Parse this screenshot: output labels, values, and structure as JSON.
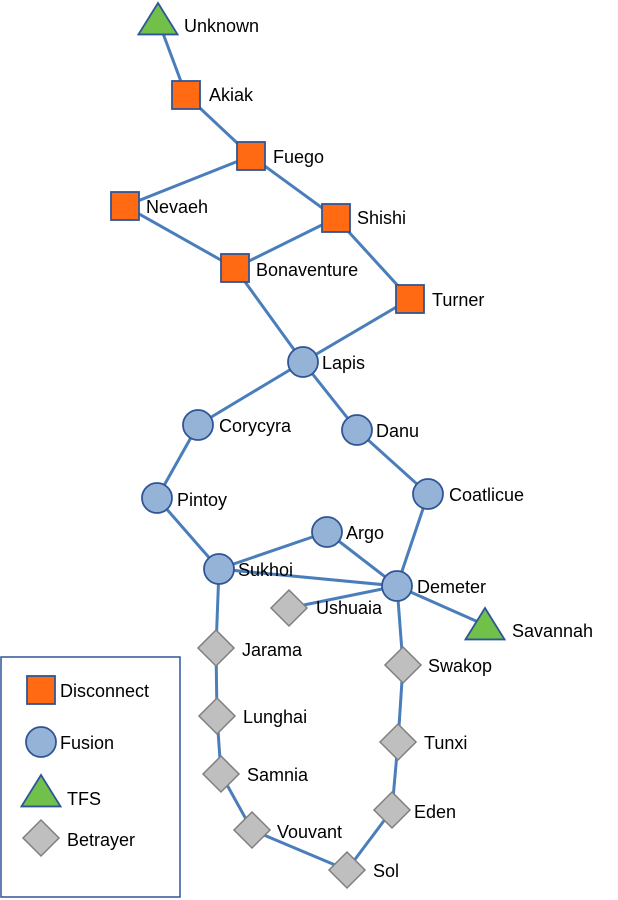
{
  "colors": {
    "edge": "#4a7ebb",
    "disconnect_fill": "#ff6a13",
    "disconnect_stroke": "#2f5597",
    "fusion_fill": "#95b3d7",
    "fusion_stroke": "#2f5597",
    "tfs_fill": "#70c04a",
    "tfs_stroke": "#2f5597",
    "betrayer_fill": "#bfbfbf",
    "betrayer_stroke": "#7f7f7f",
    "legend_border": "#2f5597"
  },
  "node_types": {
    "disconnect": {
      "shape": "square"
    },
    "fusion": {
      "shape": "circle"
    },
    "tfs": {
      "shape": "triangle"
    },
    "betrayer": {
      "shape": "diamond"
    }
  },
  "nodes": [
    {
      "id": "unknown",
      "label": "Unknown",
      "type": "tfs"
    },
    {
      "id": "akiak",
      "label": "Akiak",
      "type": "disconnect"
    },
    {
      "id": "fuego",
      "label": "Fuego",
      "type": "disconnect"
    },
    {
      "id": "nevaeh",
      "label": "Nevaeh",
      "type": "disconnect"
    },
    {
      "id": "shishi",
      "label": "Shishi",
      "type": "disconnect"
    },
    {
      "id": "bonaventure",
      "label": "Bonaventure",
      "type": "disconnect"
    },
    {
      "id": "turner",
      "label": "Turner",
      "type": "disconnect"
    },
    {
      "id": "lapis",
      "label": "Lapis",
      "type": "fusion"
    },
    {
      "id": "corycyra",
      "label": "Corycyra",
      "type": "fusion"
    },
    {
      "id": "danu",
      "label": "Danu",
      "type": "fusion"
    },
    {
      "id": "pintoy",
      "label": "Pintoy",
      "type": "fusion"
    },
    {
      "id": "coatlicue",
      "label": "Coatlicue",
      "type": "fusion"
    },
    {
      "id": "argo",
      "label": "Argo",
      "type": "fusion"
    },
    {
      "id": "sukhoi",
      "label": "Sukhoi",
      "type": "fusion"
    },
    {
      "id": "demeter",
      "label": "Demeter",
      "type": "fusion"
    },
    {
      "id": "ushuaia",
      "label": "Ushuaia",
      "type": "betrayer"
    },
    {
      "id": "savannah",
      "label": "Savannah",
      "type": "tfs"
    },
    {
      "id": "jarama",
      "label": "Jarama",
      "type": "betrayer"
    },
    {
      "id": "swakop",
      "label": "Swakop",
      "type": "betrayer"
    },
    {
      "id": "lunghai",
      "label": "Lunghai",
      "type": "betrayer"
    },
    {
      "id": "tunxi",
      "label": "Tunxi",
      "type": "betrayer"
    },
    {
      "id": "samnia",
      "label": "Samnia",
      "type": "betrayer"
    },
    {
      "id": "eden",
      "label": "Eden",
      "type": "betrayer"
    },
    {
      "id": "vouvant",
      "label": "Vouvant",
      "type": "betrayer"
    },
    {
      "id": "sol",
      "label": "Sol",
      "type": "betrayer"
    }
  ],
  "edges": [
    [
      "unknown",
      "akiak"
    ],
    [
      "akiak",
      "fuego"
    ],
    [
      "fuego",
      "nevaeh"
    ],
    [
      "fuego",
      "shishi"
    ],
    [
      "nevaeh",
      "bonaventure"
    ],
    [
      "shishi",
      "bonaventure"
    ],
    [
      "shishi",
      "turner"
    ],
    [
      "bonaventure",
      "lapis"
    ],
    [
      "turner",
      "lapis"
    ],
    [
      "lapis",
      "corycyra"
    ],
    [
      "lapis",
      "danu"
    ],
    [
      "corycyra",
      "pintoy"
    ],
    [
      "danu",
      "coatlicue"
    ],
    [
      "pintoy",
      "sukhoi"
    ],
    [
      "sukhoi",
      "argo"
    ],
    [
      "argo",
      "demeter"
    ],
    [
      "coatlicue",
      "demeter"
    ],
    [
      "sukhoi",
      "demeter"
    ],
    [
      "demeter",
      "ushuaia"
    ],
    [
      "demeter",
      "savannah"
    ],
    [
      "demeter",
      "swakop"
    ],
    [
      "sukhoi",
      "jarama"
    ],
    [
      "jarama",
      "lunghai"
    ],
    [
      "lunghai",
      "samnia"
    ],
    [
      "samnia",
      "vouvant"
    ],
    [
      "vouvant",
      "sol"
    ],
    [
      "swakop",
      "tunxi"
    ],
    [
      "tunxi",
      "eden"
    ],
    [
      "eden",
      "sol"
    ]
  ],
  "legend": {
    "items": [
      {
        "type": "disconnect",
        "label": "Disconnect"
      },
      {
        "type": "fusion",
        "label": "Fusion"
      },
      {
        "type": "tfs",
        "label": "TFS"
      },
      {
        "type": "betrayer",
        "label": "Betrayer"
      }
    ]
  }
}
